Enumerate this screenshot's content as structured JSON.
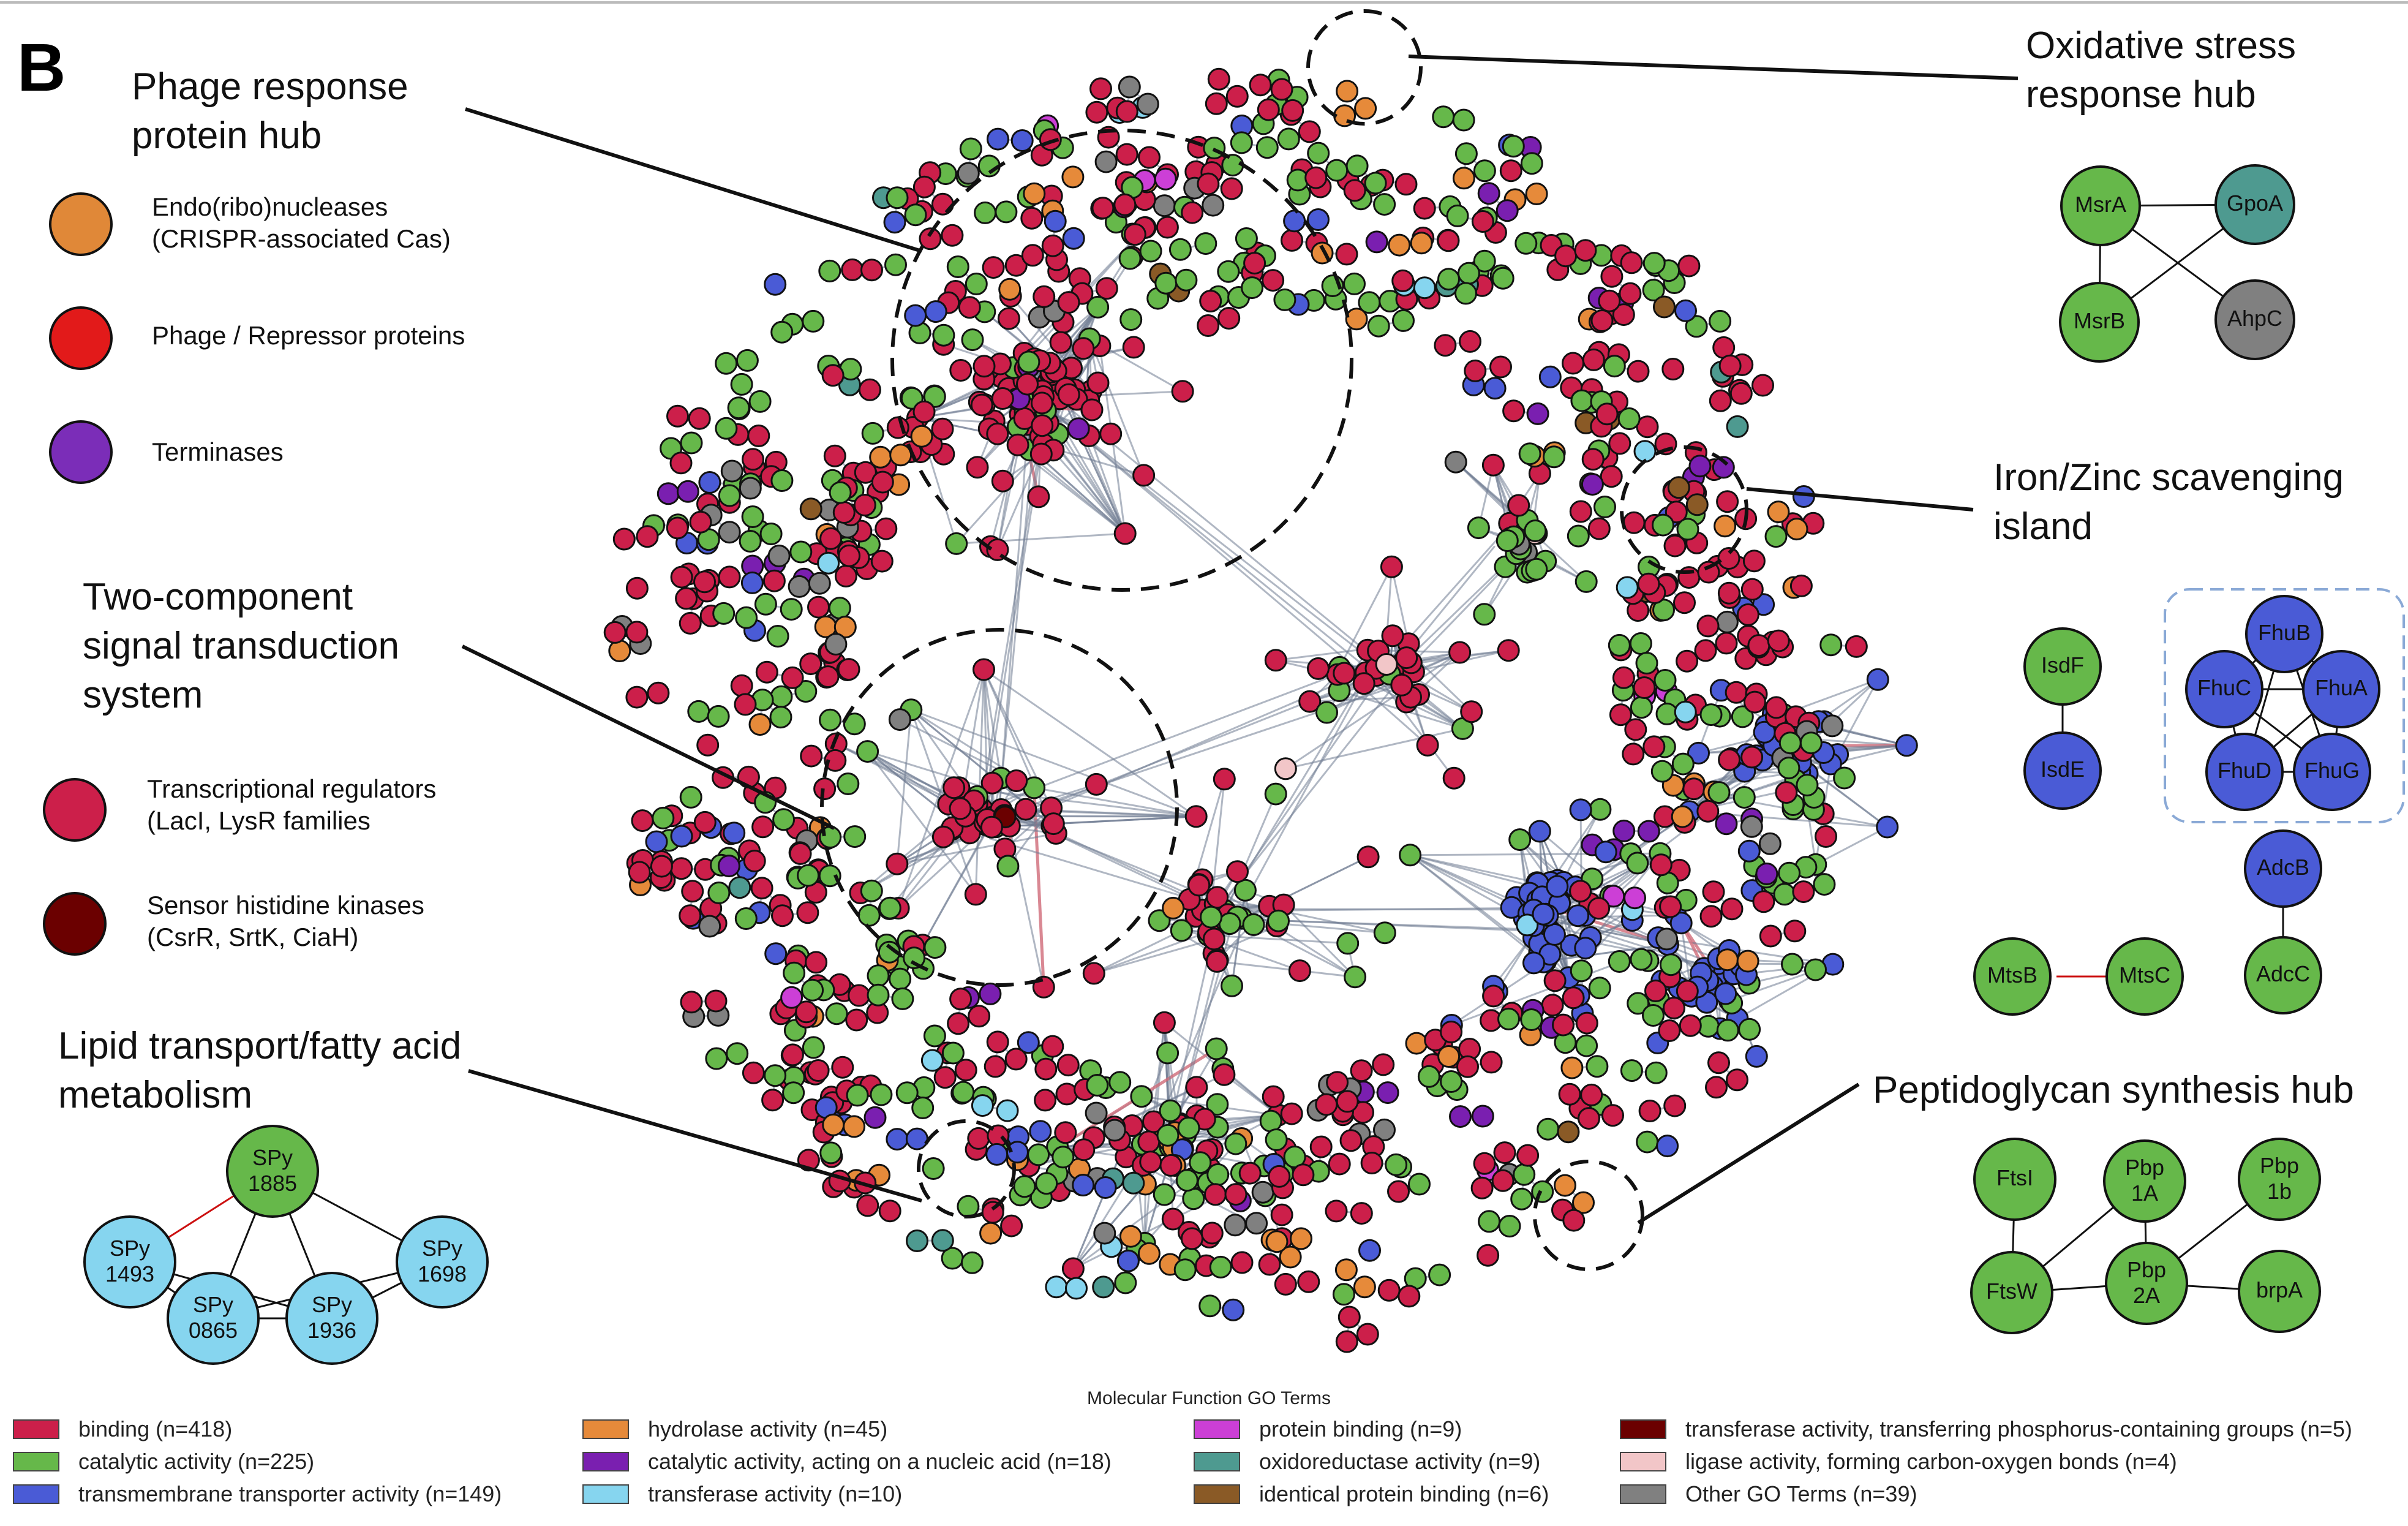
{
  "panel_label": "B",
  "colors": {
    "binding": "#cc1f4a",
    "catalytic": "#66b84a",
    "transporter": "#4a5bd6",
    "hydrolase": "#e68a3a",
    "nucleic": "#7a1fb0",
    "transferase": "#86d5ef",
    "protein_binding": "#cc3fd6",
    "oxidoreductase": "#4e9a90",
    "identical": "#8a5a26",
    "phospho": "#6b0000",
    "ligase": "#f2c6c8",
    "other": "#808080",
    "endo": "#e08838",
    "phage": "#e21a1a",
    "terminase": "#7b2db8"
  },
  "callouts": {
    "phage_hub": [
      "Phage response",
      "protein hub"
    ],
    "two_component": [
      "Two-component",
      "signal transduction",
      "system"
    ],
    "lipid": [
      "Lipid transport/fatty acid",
      "metabolism"
    ],
    "oxidative": [
      "Oxidative stress",
      "response hub"
    ],
    "iron_zinc": [
      "Iron/Zinc scavenging",
      "island"
    ],
    "peptidoglycan": "Peptidoglycan synthesis hub"
  },
  "phage_legend": [
    {
      "label": [
        "Endo(ribo)nucleases",
        "(CRISPR-associated Cas)"
      ],
      "color": "endo"
    },
    {
      "label": [
        "Phage / Repressor proteins"
      ],
      "color": "phage"
    },
    {
      "label": [
        "Terminases"
      ],
      "color": "terminase"
    }
  ],
  "tcs_legend": [
    {
      "label": [
        "Transcriptional regulators",
        "(LacI, LysR families"
      ],
      "color": "binding"
    },
    {
      "label": [
        "Sensor histidine kinases",
        "(CsrR, SrtK, CiaH)"
      ],
      "color": "phospho"
    }
  ],
  "oxidative_nodes": [
    {
      "label": "MsrA",
      "color": "catalytic"
    },
    {
      "label": "GpoA",
      "color": "oxidoreductase"
    },
    {
      "label": "MsrB",
      "color": "catalytic"
    },
    {
      "label": "AhpC",
      "color": "other"
    }
  ],
  "iron_nodes": [
    {
      "label": "IsdF",
      "color": "catalytic"
    },
    {
      "label": "IsdE",
      "color": "transporter"
    },
    {
      "label": "FhuB",
      "color": "transporter"
    },
    {
      "label": "FhuC",
      "color": "transporter"
    },
    {
      "label": "FhuA",
      "color": "transporter"
    },
    {
      "label": "FhuD",
      "color": "transporter"
    },
    {
      "label": "FhuG",
      "color": "transporter"
    },
    {
      "label": "AdcB",
      "color": "transporter"
    },
    {
      "label": "AdcC",
      "color": "catalytic"
    },
    {
      "label": "MtsB",
      "color": "catalytic"
    },
    {
      "label": "MtsC",
      "color": "catalytic"
    }
  ],
  "peptido_nodes": [
    {
      "label": [
        "FtsI"
      ],
      "color": "catalytic"
    },
    {
      "label": [
        "Pbp",
        "1A"
      ],
      "color": "catalytic"
    },
    {
      "label": [
        "Pbp",
        "1b"
      ],
      "color": "catalytic"
    },
    {
      "label": [
        "FtsW"
      ],
      "color": "catalytic"
    },
    {
      "label": [
        "Pbp",
        "2A"
      ],
      "color": "catalytic"
    },
    {
      "label": [
        "brpA"
      ],
      "color": "catalytic"
    }
  ],
  "lipid_nodes": [
    {
      "label": [
        "SPy",
        "1885"
      ],
      "color": "catalytic"
    },
    {
      "label": [
        "SPy",
        "1493"
      ],
      "color": "transferase"
    },
    {
      "label": [
        "SPy",
        "1698"
      ],
      "color": "transferase"
    },
    {
      "label": [
        "SPy",
        "0865"
      ],
      "color": "transferase"
    },
    {
      "label": [
        "SPy",
        "1936"
      ],
      "color": "transferase"
    }
  ],
  "legend": {
    "title": "Molecular Function GO Terms",
    "items": [
      {
        "label": "binding (n=418)",
        "color": "binding"
      },
      {
        "label": "catalytic activity (n=225)",
        "color": "catalytic"
      },
      {
        "label": "transmembrane transporter activity (n=149)",
        "color": "transporter"
      },
      {
        "label": "hydrolase activity (n=45)",
        "color": "hydrolase"
      },
      {
        "label": "catalytic activity, acting on a nucleic acid (n=18)",
        "color": "nucleic"
      },
      {
        "label": "transferase activity (n=10)",
        "color": "transferase"
      },
      {
        "label": "protein binding (n=9)",
        "color": "protein_binding"
      },
      {
        "label": "oxidoreductase activity (n=9)",
        "color": "oxidoreductase"
      },
      {
        "label": "identical protein binding (n=6)",
        "color": "identical"
      },
      {
        "label": "transferase activity, transferring phosphorus-containing groups (n=5)",
        "color": "phospho"
      },
      {
        "label": "ligase activity, forming carbon-oxygen bonds (n=4)",
        "color": "ligase"
      },
      {
        "label": "Other GO Terms (n=39)",
        "color": "other"
      }
    ]
  }
}
